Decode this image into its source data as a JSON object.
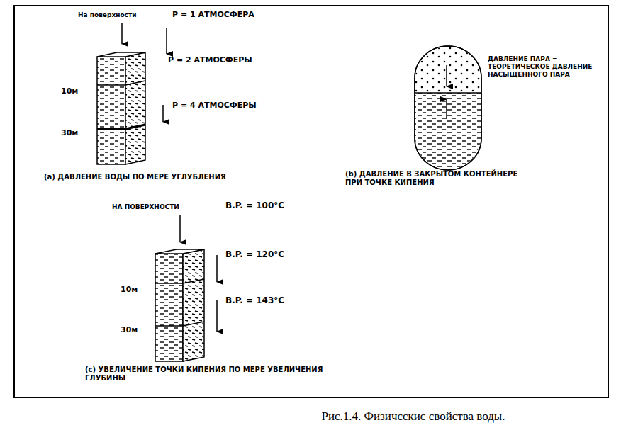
{
  "diagram": {
    "caption": "Рис.1.4. Физичсскис свойства воды.",
    "labels": [
      "На поверхности",
      "P = 1 АТМОСФЕРА",
      "P = 2 АТМОСФЕРЫ",
      "10м",
      "P = 4 АТМОСФЕРЫ",
      "30м",
      "(a) ДАВЛЕНИЕ ВОДЫ ПО МЕРЕ УГЛУБЛЕНИЯ",
      "ДАВЛЕНИЕ ПАРА = ТЕОРЕТИЧЕСКОЕ ДАВЛЕНИЕ НАСЫЩЕННОГО ПАРА",
      "(b) ДАВЛЕНИЕ В ЗАКРЫТОМ КОНТЕЙНЕРЕ ПРИ ТОЧКЕ КИПЕНИЯ",
      "НА ПОВЕРХНОСТИ",
      "B.P. = 100°C",
      "B.P. = 120°C",
      "10м",
      "B.P. = 143°C",
      "30м",
      "(c) УВЕЛИЧЕНИЕ ТОЧКИ КИПЕНИЯ ПО МЕРЕ УВЕЛИЧЕНИЯ ГЛУБИНЫ"
    ]
  }
}
